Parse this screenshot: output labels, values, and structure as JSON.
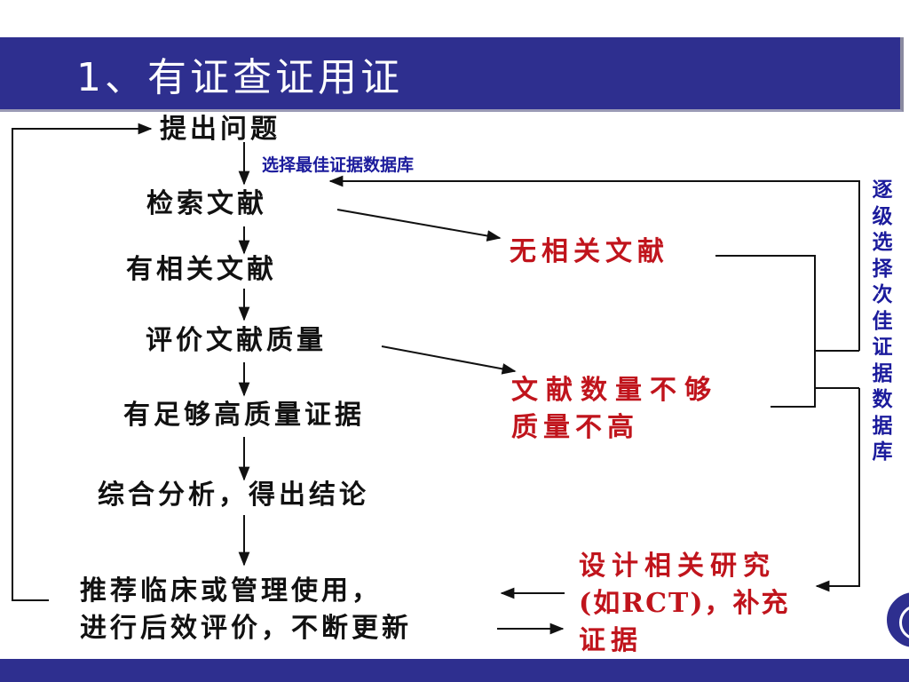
{
  "title": "1、有证查证用证",
  "steps": {
    "ask": "提出问题",
    "search": "检索文献",
    "relevant": "有相关文献",
    "appraise": "评价文献质量",
    "enough": "有足够高质量证据",
    "synthesize": "综合分析，得出结论",
    "recommend_line1": "推荐临床或管理使用，",
    "recommend_line2": "进行后效评价，不断更新"
  },
  "side_notes": {
    "choose_db": "选择最佳证据数据库",
    "no_literature": "无相关文献",
    "insufficient_line1": "文献数量不够",
    "insufficient_line2": "质量不高",
    "design_line1": "设计相关研究",
    "design_line2": "(如RCT)，补充",
    "design_line3": "证据",
    "vertical_label": "逐级选择次佳证据数据库"
  },
  "colors": {
    "title_bar": "#2e2f8f",
    "step_text": "#111111",
    "alert_text": "#c0141c",
    "note_text": "#1b1b9c"
  }
}
